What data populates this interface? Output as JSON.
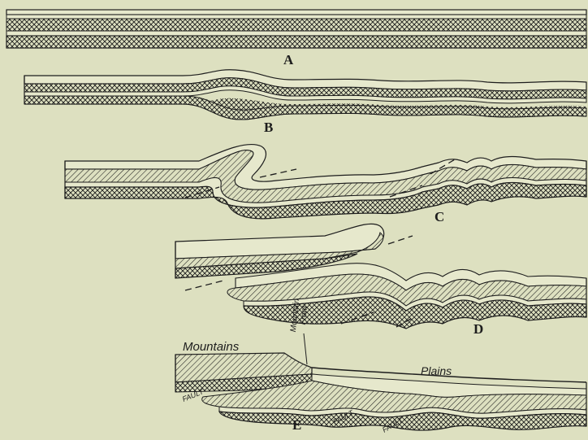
{
  "colors": {
    "background": "#dde0c0",
    "ink": "#1d1d1d",
    "layer_light": "#e6e8cc"
  },
  "panels": [
    {
      "id": "A",
      "label": "A"
    },
    {
      "id": "B",
      "label": "B"
    },
    {
      "id": "C",
      "label": "C"
    },
    {
      "id": "D",
      "label": "D"
    },
    {
      "id": "E",
      "label": "E"
    }
  ],
  "annotations": {
    "mountains": "Mountains",
    "mountain_front_line1": "Mountain",
    "mountain_front_line2": "Front",
    "plains": "Plains",
    "fault": "FAULT"
  }
}
